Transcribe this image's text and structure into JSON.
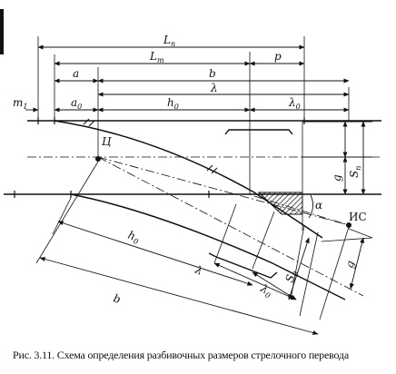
{
  "figure": {
    "caption": "Рис. 3.11. Схема определения разбивочных размеров стрелочного перевода",
    "labels": {
      "Ln": "L",
      "Ln_sub": "п",
      "Lt": "L",
      "Lt_sub": "т",
      "a": "a",
      "b_top": "b",
      "p": "p",
      "m1": "m",
      "m1_sub": "1",
      "a0": "a",
      "a0_sub": "0",
      "lambda_top": "λ",
      "h0_top": "h",
      "h0_sub": "0",
      "lambda0_top": "λ",
      "lambda0_sub": "0",
      "center": "Ц",
      "Sn": "S",
      "Sn_sub": "п",
      "g_right": "g",
      "alpha": "α",
      "ic": "ИС",
      "h0_low": "h",
      "h0_low_sub": "0",
      "lambda_low": "λ",
      "lambda0_low": "λ",
      "lambda0_low_sub": "0",
      "b_low": "b",
      "S0": "S",
      "S0_sub": "0",
      "g_low": "g"
    }
  }
}
